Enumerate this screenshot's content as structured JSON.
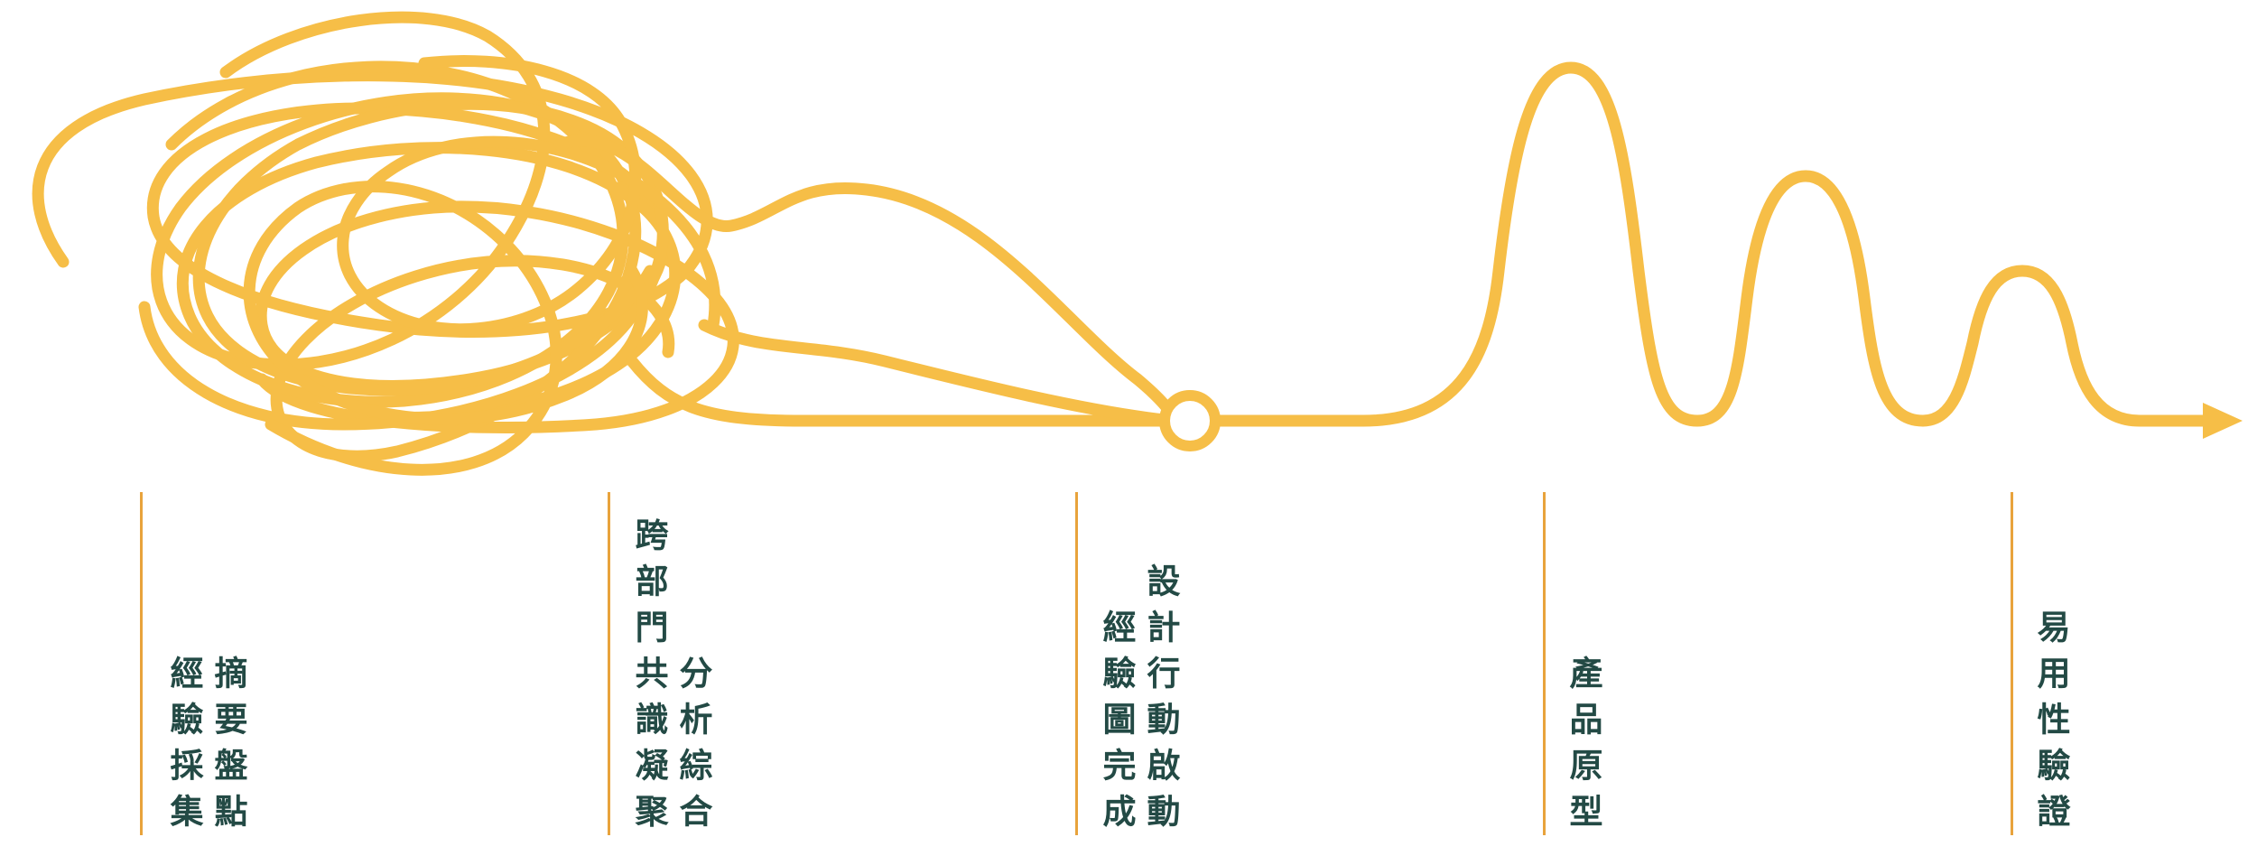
{
  "colors": {
    "curve": "#F6BE47",
    "divider": "#E8A33C",
    "text": "#234A45"
  },
  "icons": {
    "arrowhead": "arrow-right-icon",
    "milestone": "circle-milestone-icon"
  },
  "phases": [
    {
      "id": "phase-1",
      "lines": [
        "經驗採集",
        "摘要盤點"
      ]
    },
    {
      "id": "phase-2",
      "lines": [
        "跨部門共識凝聚",
        "分析綜合"
      ]
    },
    {
      "id": "phase-3",
      "lines": [
        "經驗圖完成",
        "設計行動啟動"
      ]
    },
    {
      "id": "phase-4",
      "lines": [
        "產品原型"
      ]
    },
    {
      "id": "phase-5",
      "lines": [
        "易用性驗證"
      ]
    }
  ]
}
